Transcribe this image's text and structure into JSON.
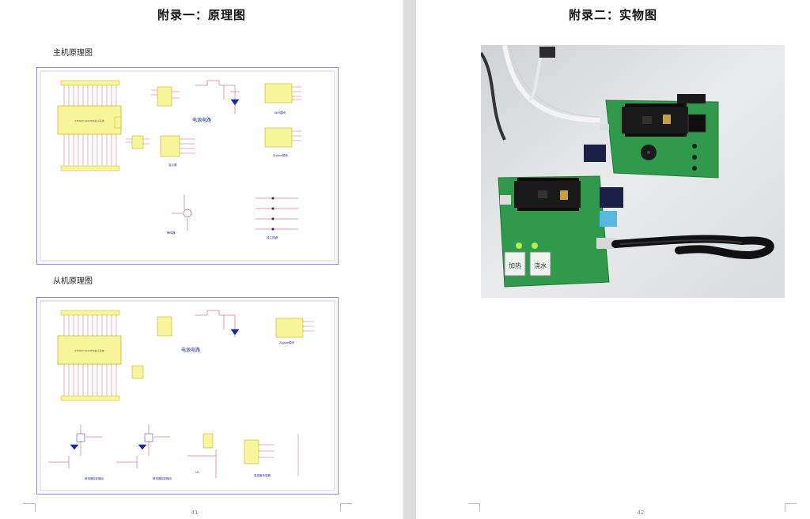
{
  "left_page": {
    "title": "附录一：原理图",
    "master_heading": "主机原理图",
    "slave_heading": "从机原理图",
    "page_number": "41",
    "master_schematic": {
      "labels": {
        "power": "电源电路",
        "wifi": "WiFi模块",
        "zigbee": "Zigbee模块",
        "display": "显示屏",
        "buzzer": "蜂鸣器",
        "keys": "独立按键",
        "mcu": "STM32F103C8T6最小系统"
      }
    },
    "slave_schematic": {
      "labels": {
        "power": "电源电路",
        "zigbee": "Zigbee模块",
        "relay1": "继电器控制输出",
        "relay2": "继电器控制输出",
        "sensor": "温湿度传感器",
        "mcu": "STM32F103C8T6最小系统",
        "u2": "U2"
      }
    }
  },
  "right_page": {
    "title": "附录二：实物图",
    "page_number": "42",
    "photo": {
      "label_heat": "加热",
      "label_water": "浇水"
    }
  }
}
